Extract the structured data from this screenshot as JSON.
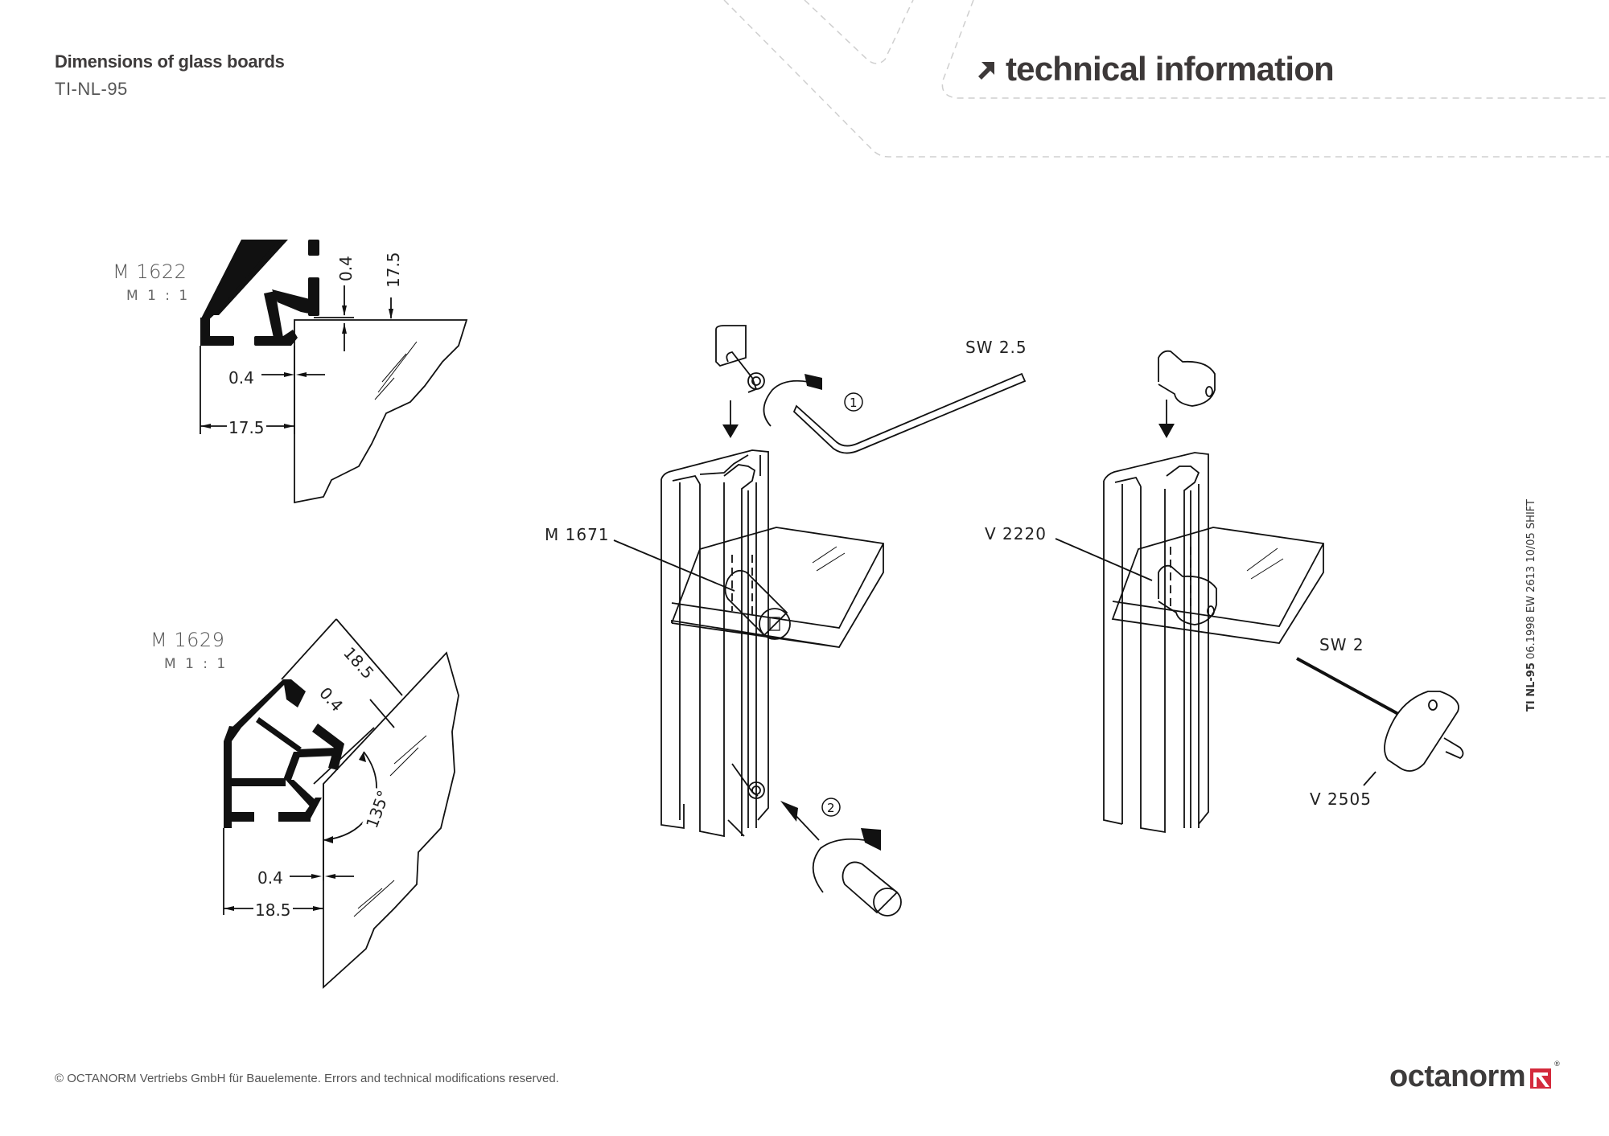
{
  "header": {
    "title": "Dimensions of glass boards",
    "code": "TI-NL-95",
    "section_label": "technical information",
    "section_icon": "arrow-up-right-icon"
  },
  "profiles": [
    {
      "name": "M 1622",
      "scale": "M 1 : 1",
      "dimensions": {
        "gap_top": "0.4",
        "height": "17.5",
        "gap_side": "0.4",
        "width": "17.5"
      }
    },
    {
      "name": "M 1629",
      "scale": "M 1 : 1",
      "dimensions": {
        "diag_width": "18.5",
        "diag_gap": "0.4",
        "angle": "135°",
        "gap_side": "0.4",
        "width": "18.5"
      }
    }
  ],
  "assembly": {
    "left": {
      "part": "M 1671",
      "tool": "SW 2.5",
      "steps": [
        "1",
        "2"
      ]
    },
    "right": {
      "part": "V 2220",
      "tool": "SW 2",
      "tool_part": "V 2505"
    }
  },
  "side_note": {
    "bold": "TI NL-95",
    "text": " 06.1998 EW 2613 10/05 SHIFT"
  },
  "footer": {
    "copyright": "© OCTANORM Vertriebs GmbH für Bauelemente. Errors and technical modifications reserved.",
    "brand": "octanorm",
    "brand_color": "#d42a3c",
    "brand_registered": "®"
  }
}
